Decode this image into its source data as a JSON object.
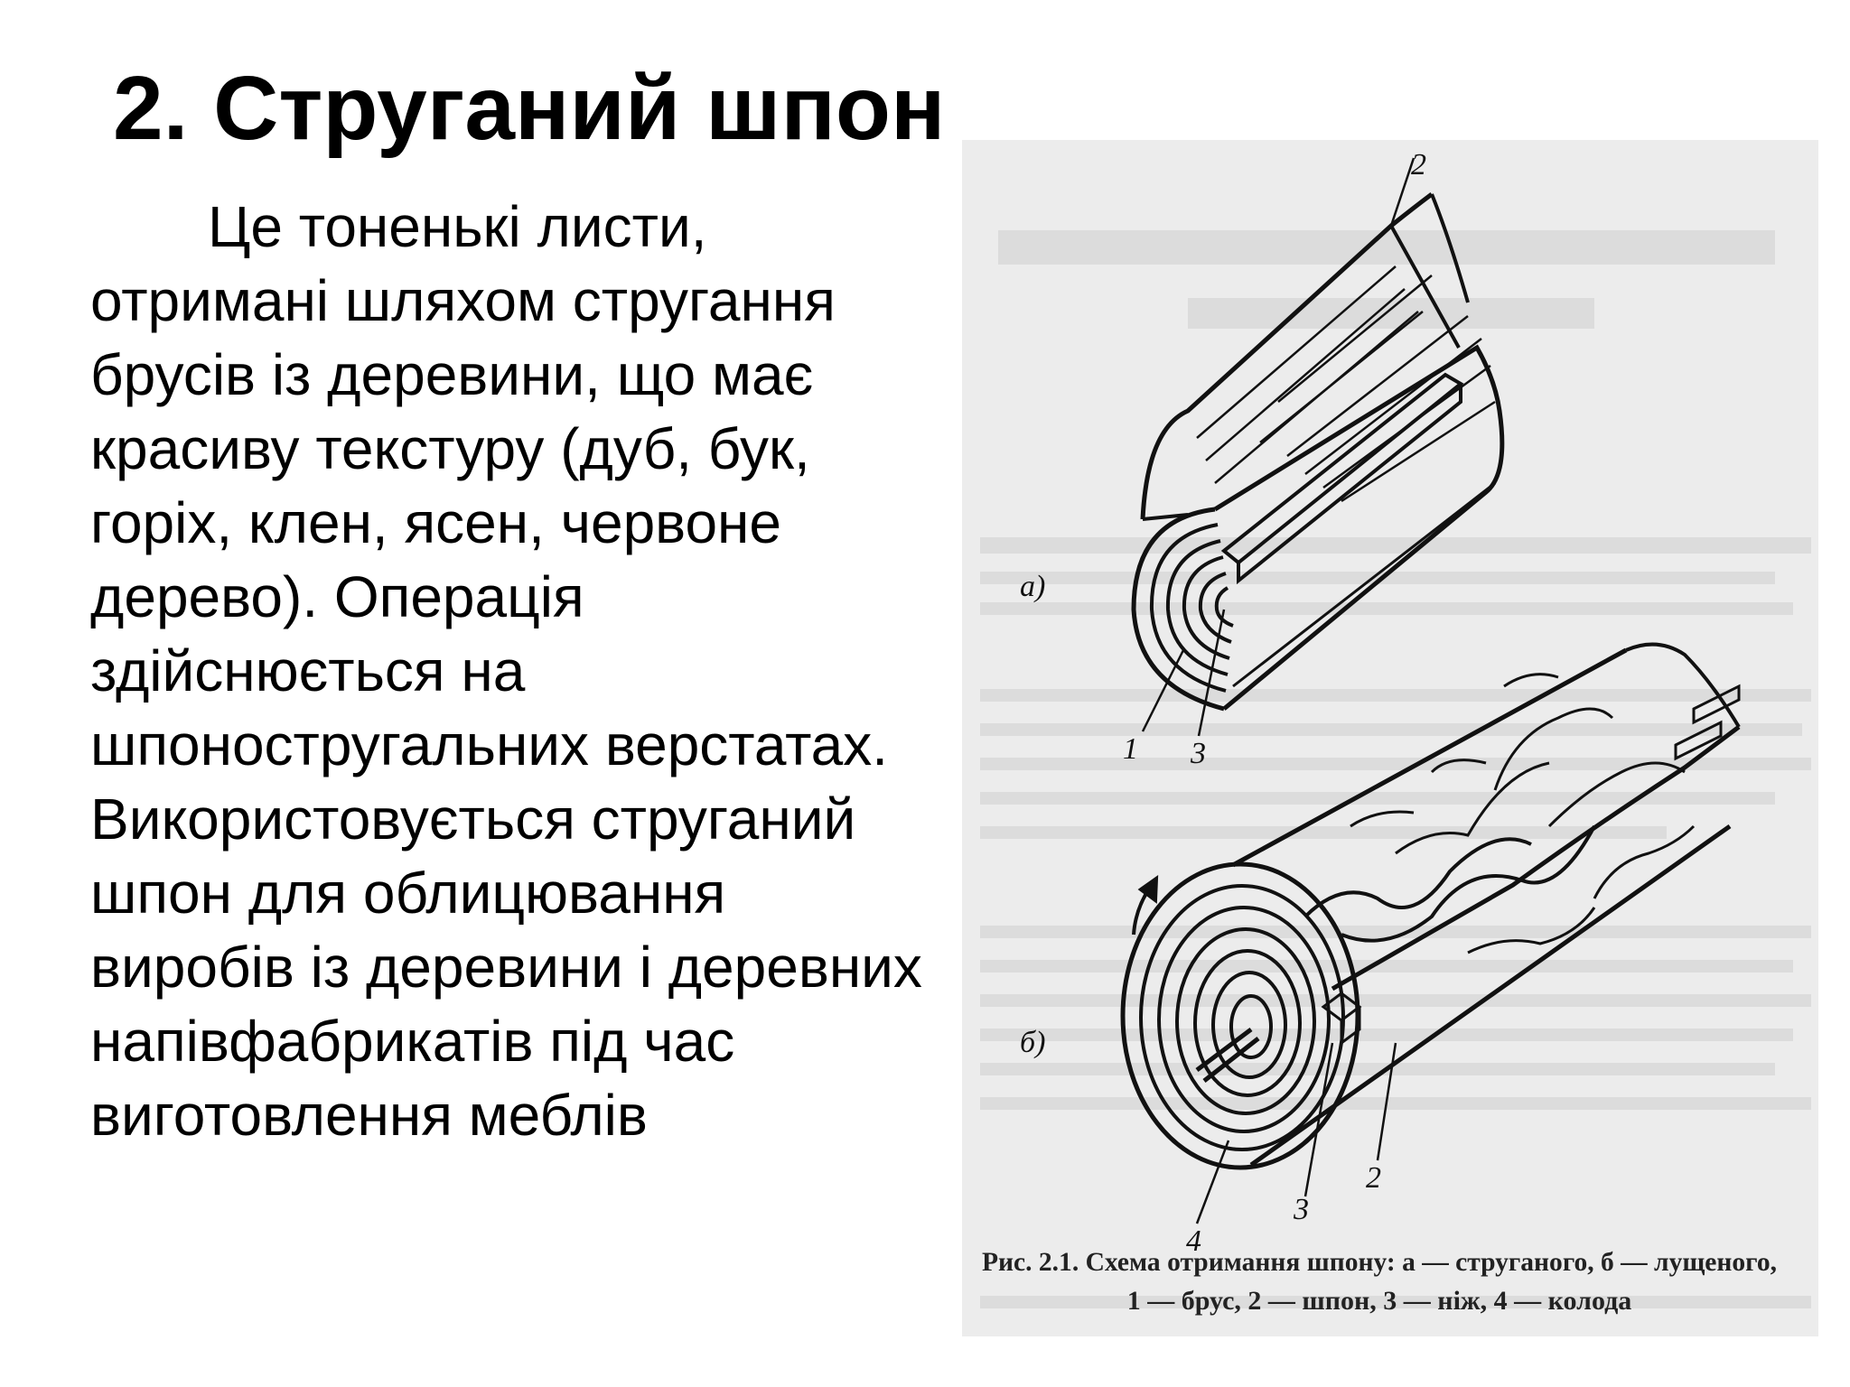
{
  "title": "2. Струганий шпон",
  "body_lines": [
    "Це тоненькі листи,",
    "отримані шляхом стругання",
    "брусів із деревини, що має",
    "красиву текстуру (дуб, бук,",
    "горіх, клен, ясен, червоне",
    "дерево). Операція",
    "здійснюється на",
    "шпоностругальних верстатах.",
    "Використовується струганий",
    "шпон для облицювання",
    "виробів із деревини і деревних",
    "напівфабрикатів під час",
    "виготовлення меблів"
  ],
  "figure": {
    "labels": {
      "part_a": "а)",
      "part_b": "б)",
      "a_1": "1",
      "a_2": "2",
      "a_3": "3",
      "b_2": "2",
      "b_3": "3",
      "b_4": "4"
    },
    "caption_line1": "Рис. 2.1. Схема отримання шпону: а — струганого, б — лущеного,",
    "caption_line2": "1 — брус, 2 — шпон, 3 — ніж, 4 — колода"
  }
}
